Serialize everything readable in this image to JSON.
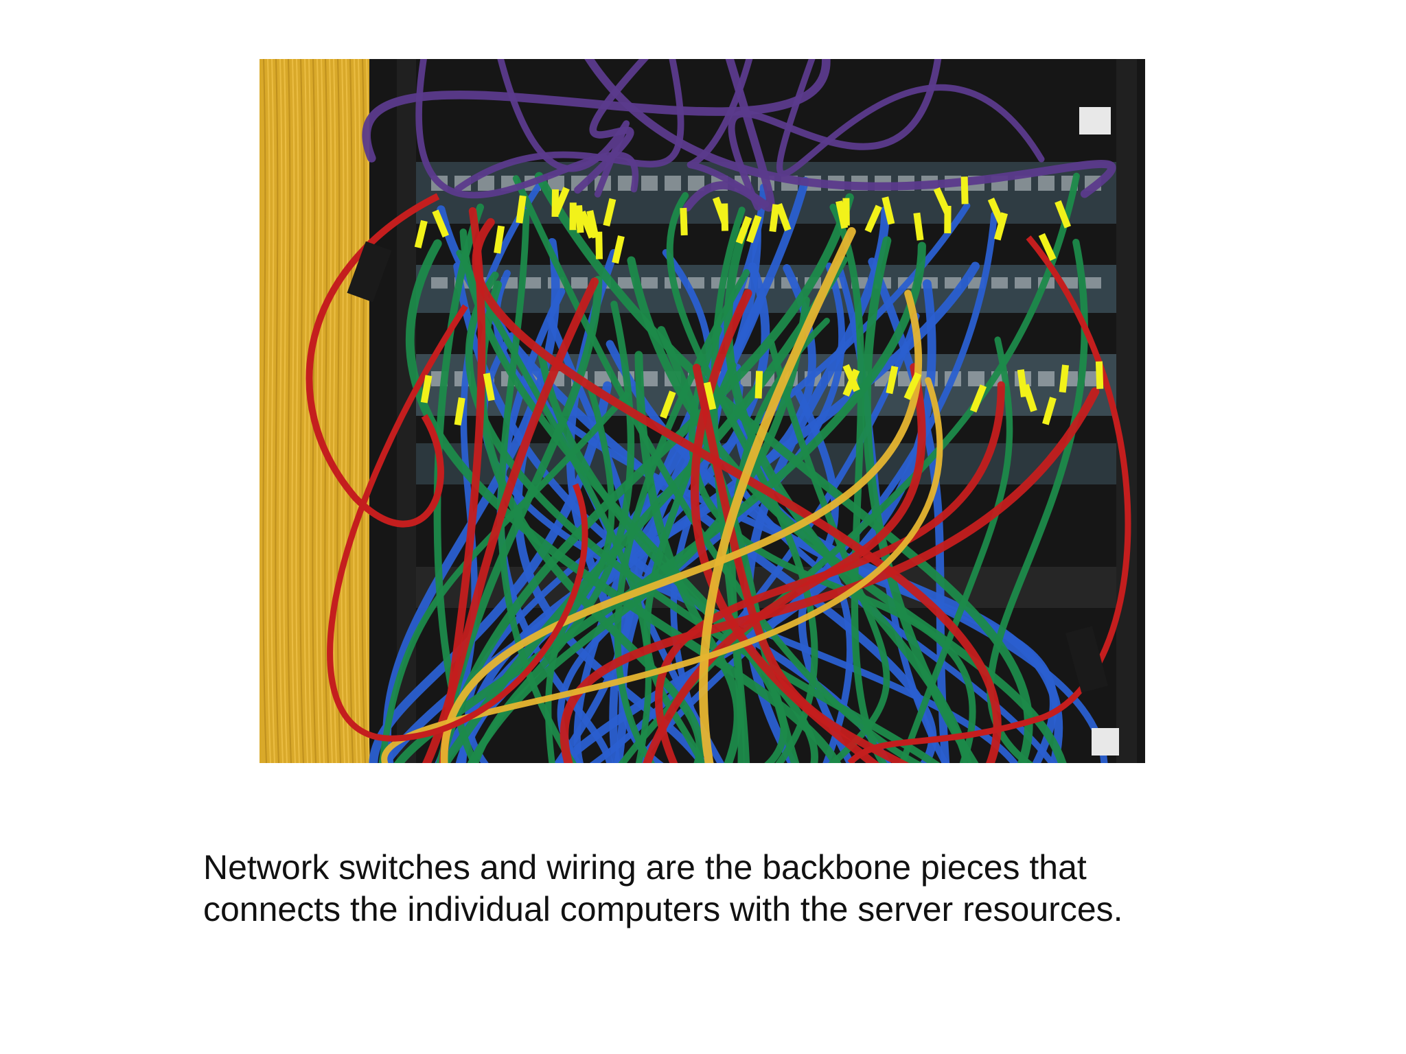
{
  "slide": {
    "caption_lines": [
      "Network switches and wiring are the backbone pieces that",
      "connects the individual computers with the server resources."
    ]
  },
  "photo": {
    "subject": "network-rack-cabling",
    "colors": {
      "rack": "#141414",
      "switch_panel": "#3a4a52",
      "port": "#c9d0d4",
      "blue_cable": "#2a5fd0",
      "green_cable": "#1c8a4a",
      "red_cable": "#c41e1e",
      "purple_cable": "#5b3a8c",
      "yellow_cable": "#e6b530",
      "yellow_clip": "#f2f21a"
    }
  }
}
